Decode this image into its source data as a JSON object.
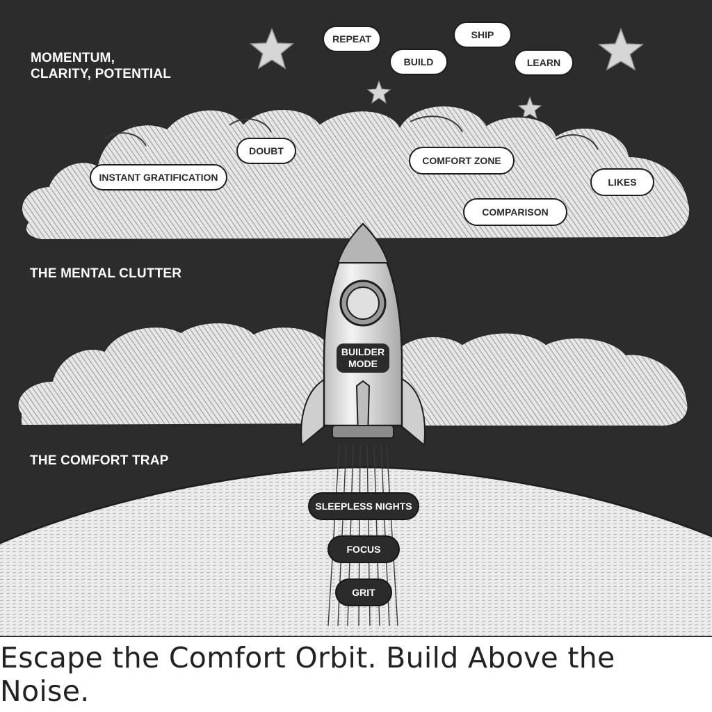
{
  "corner_heading": [
    "MOMENTUM,",
    "CLARITY, POTENTIAL"
  ],
  "sky_actions": [
    "REPEAT",
    "SHIP",
    "BUILD",
    "LEARN"
  ],
  "clutter": {
    "label": "THE MENTAL CLUTTER",
    "tags": [
      "INSTANT GRATIFICATION",
      "DOUBT",
      "COMFORT ZONE",
      "LIKES",
      "COMPARISON"
    ]
  },
  "comfort_trap": {
    "label": "THE COMFORT TRAP"
  },
  "rocket": {
    "label": "BUILDER MODE",
    "label_lines": [
      "BUILDER",
      "MODE"
    ]
  },
  "fuel": [
    "SLEEPLESS NIGHTS",
    "FOCUS",
    "GRIT"
  ],
  "caption": "Escape the Comfort Orbit. Build Above the Noise.",
  "colors": {
    "sky": "#2c2c2d",
    "ink": "#1d1d1d",
    "paper": "#ffffff",
    "cloud": "#d9d9d9"
  }
}
